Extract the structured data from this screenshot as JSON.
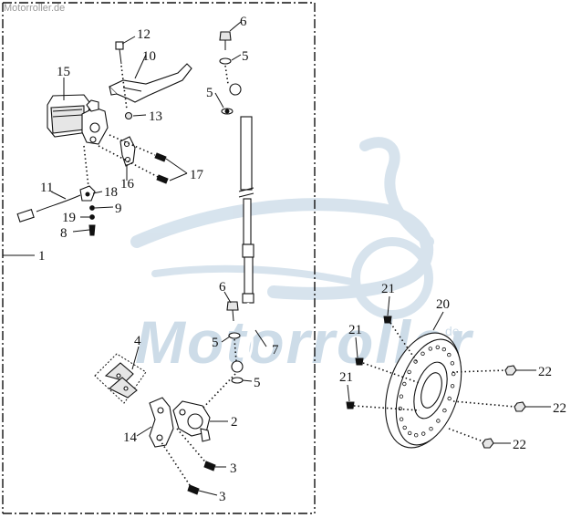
{
  "watermark": {
    "site": "Motorroller.de",
    "brand": "Motorroller",
    "suffix": "de"
  },
  "callouts": {
    "c1": "1",
    "c2": "2",
    "c3a": "3",
    "c3b": "3",
    "c4": "4",
    "c5a": "5",
    "c5b": "5",
    "c5c": "5",
    "c5d": "5",
    "c6a": "6",
    "c6b": "6",
    "c7": "7",
    "c8": "8",
    "c9": "9",
    "c10": "10",
    "c11": "11",
    "c12": "12",
    "c13": "13",
    "c14": "14",
    "c15": "15",
    "c16": "16",
    "c17": "17",
    "c18": "18",
    "c19": "19",
    "c20": "20",
    "c21a": "21",
    "c21b": "21",
    "c21c": "21",
    "c22a": "22",
    "c22b": "22",
    "c22c": "22"
  }
}
